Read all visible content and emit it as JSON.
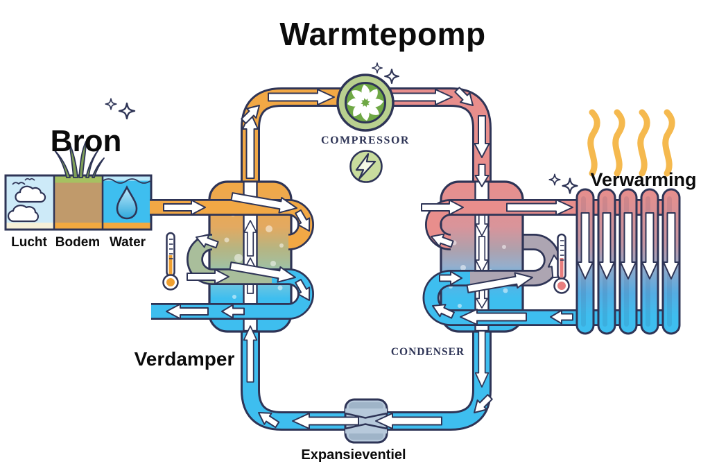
{
  "title": "Warmtepomp",
  "source": {
    "heading": "Bron",
    "panels": [
      {
        "label": "Lucht",
        "icon": "clouds-icon"
      },
      {
        "label": "Bodem",
        "icon": "grass-soil-icon"
      },
      {
        "label": "Water",
        "icon": "water-drop-icon"
      }
    ]
  },
  "labels": {
    "compressor": "COMPRESSOR",
    "condenser": "CONDENSER",
    "evaporator": "Verdamper",
    "expansion_valve": "Expansieventiel",
    "heating": "Verwarming"
  },
  "icons": [
    "fan-icon",
    "lightning-icon",
    "thermometer-icon",
    "heat-wave-icon",
    "sparkle-icon",
    "cloud-icon",
    "water-drop-icon",
    "radiator-icon"
  ],
  "colors": {
    "outline": "#2E3456",
    "hot_gas_pipe": "#F2A845",
    "hot_liquid_pipe": "#E88E8C",
    "cold_pipe": "#3EBEEF",
    "coil_warm": "#A9BE9B",
    "coil_cool": "#ADA5B2",
    "compressor_ring": "#B9D08F",
    "compressor_core": "#6FA845",
    "heat_wave": "#F5B94E",
    "valve_body": "#B7C9DB",
    "soil": "#C09A6B",
    "grass": "#A6C161",
    "sky": "#CDEAF8"
  }
}
